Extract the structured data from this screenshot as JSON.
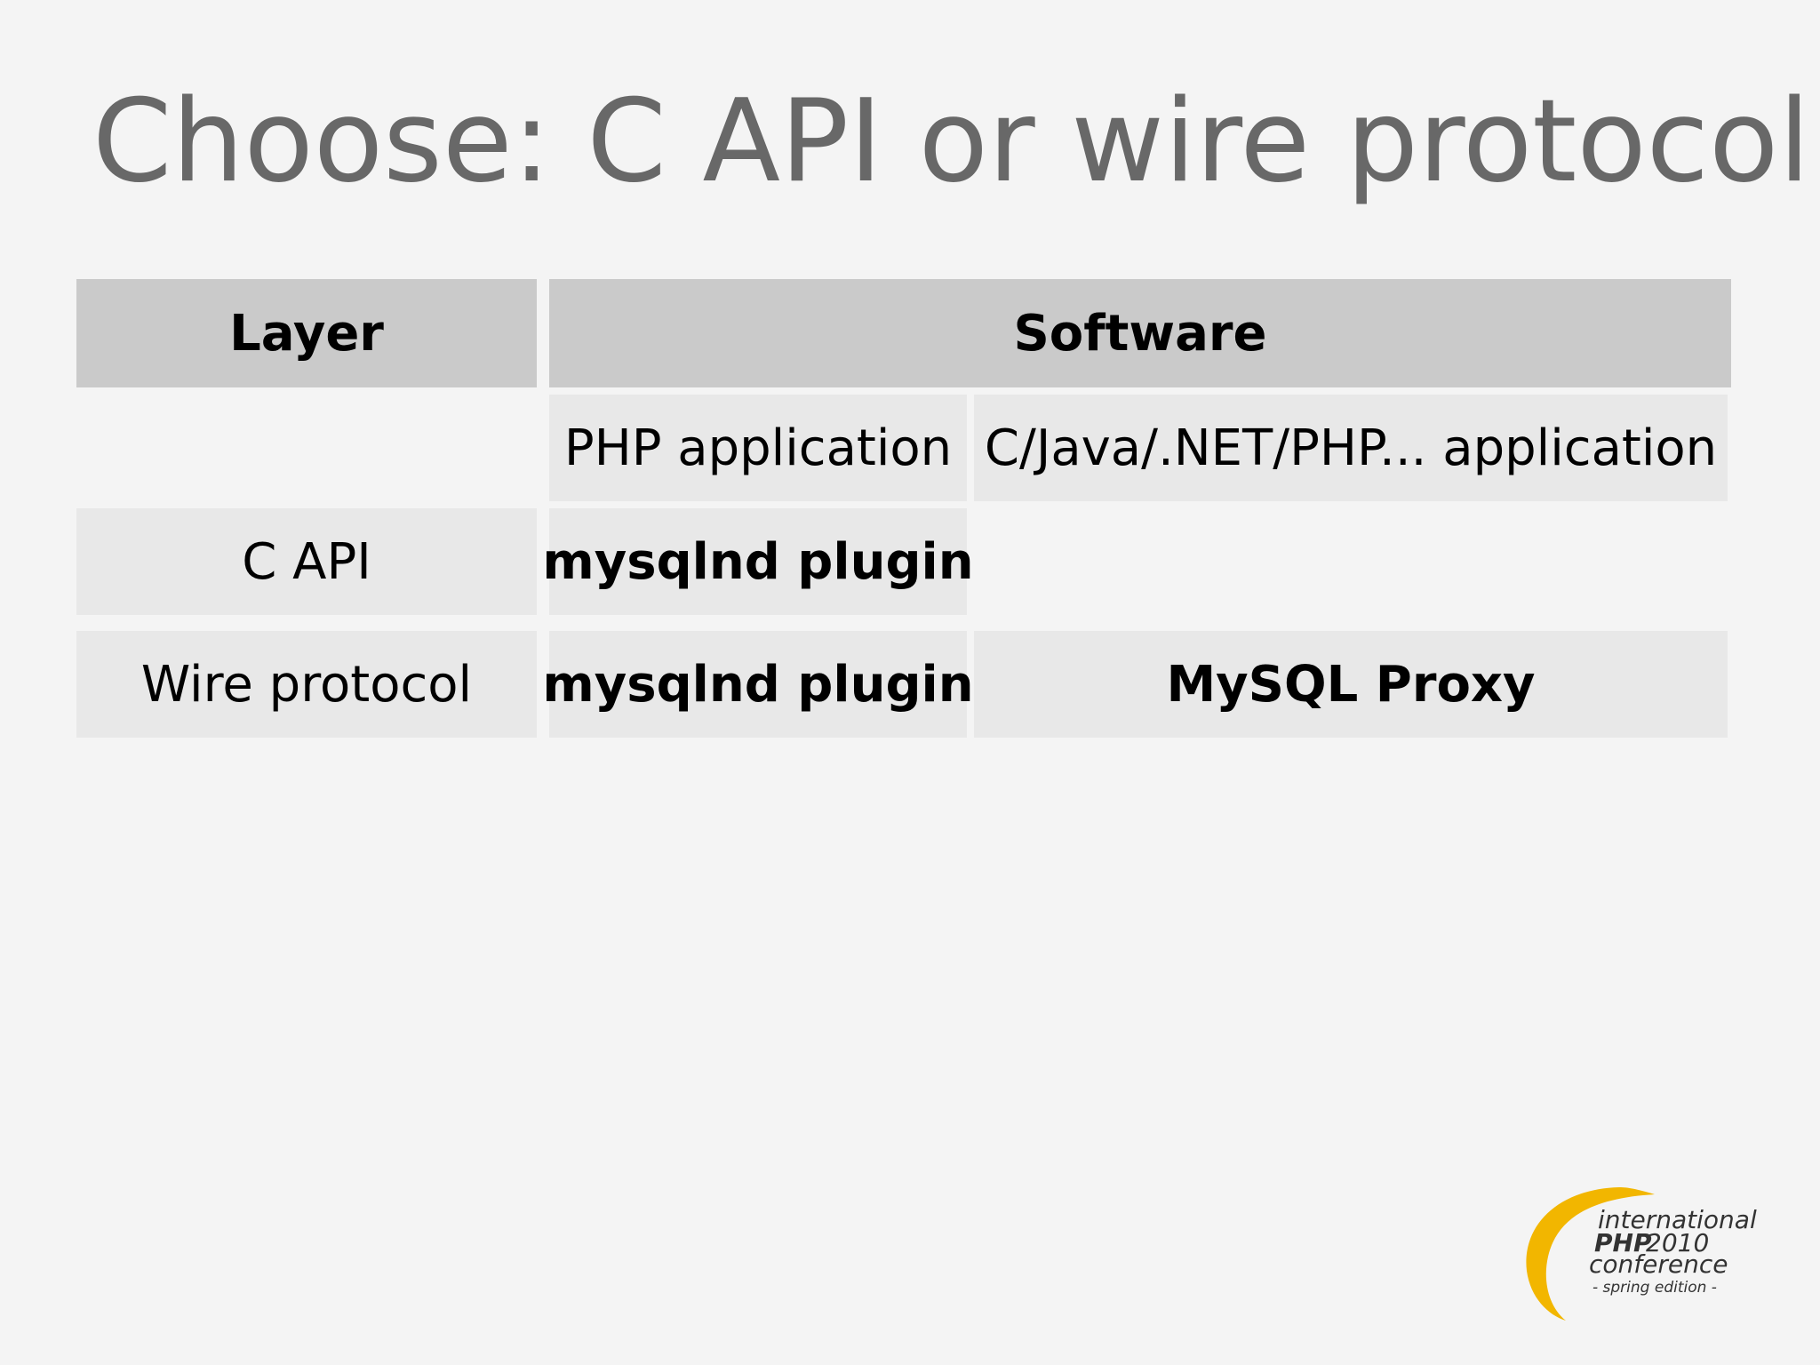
{
  "slide": {
    "title": "Choose: C API or wire protocol"
  },
  "table": {
    "headers": {
      "layer": "Layer",
      "software": "Software"
    },
    "rows": [
      {
        "layer": "",
        "cells": [
          "PHP application",
          "C/Java/.NET/PHP... application"
        ]
      },
      {
        "layer": "C API",
        "cells": [
          "mysqlnd plugin",
          ""
        ]
      },
      {
        "layer": "Wire protocol",
        "cells": [
          "mysqlnd plugin",
          "MySQL Proxy"
        ]
      }
    ]
  },
  "logo": {
    "line1": "international",
    "line2a": "PHP",
    "line2b": "2010",
    "line3": "conference",
    "line4": "- spring edition -"
  },
  "colors": {
    "background": "#f4f4f4",
    "title": "#686868",
    "header_cell": "#cacaca",
    "body_cell": "#e8e8e8",
    "logo_accent": "#f2b600"
  }
}
